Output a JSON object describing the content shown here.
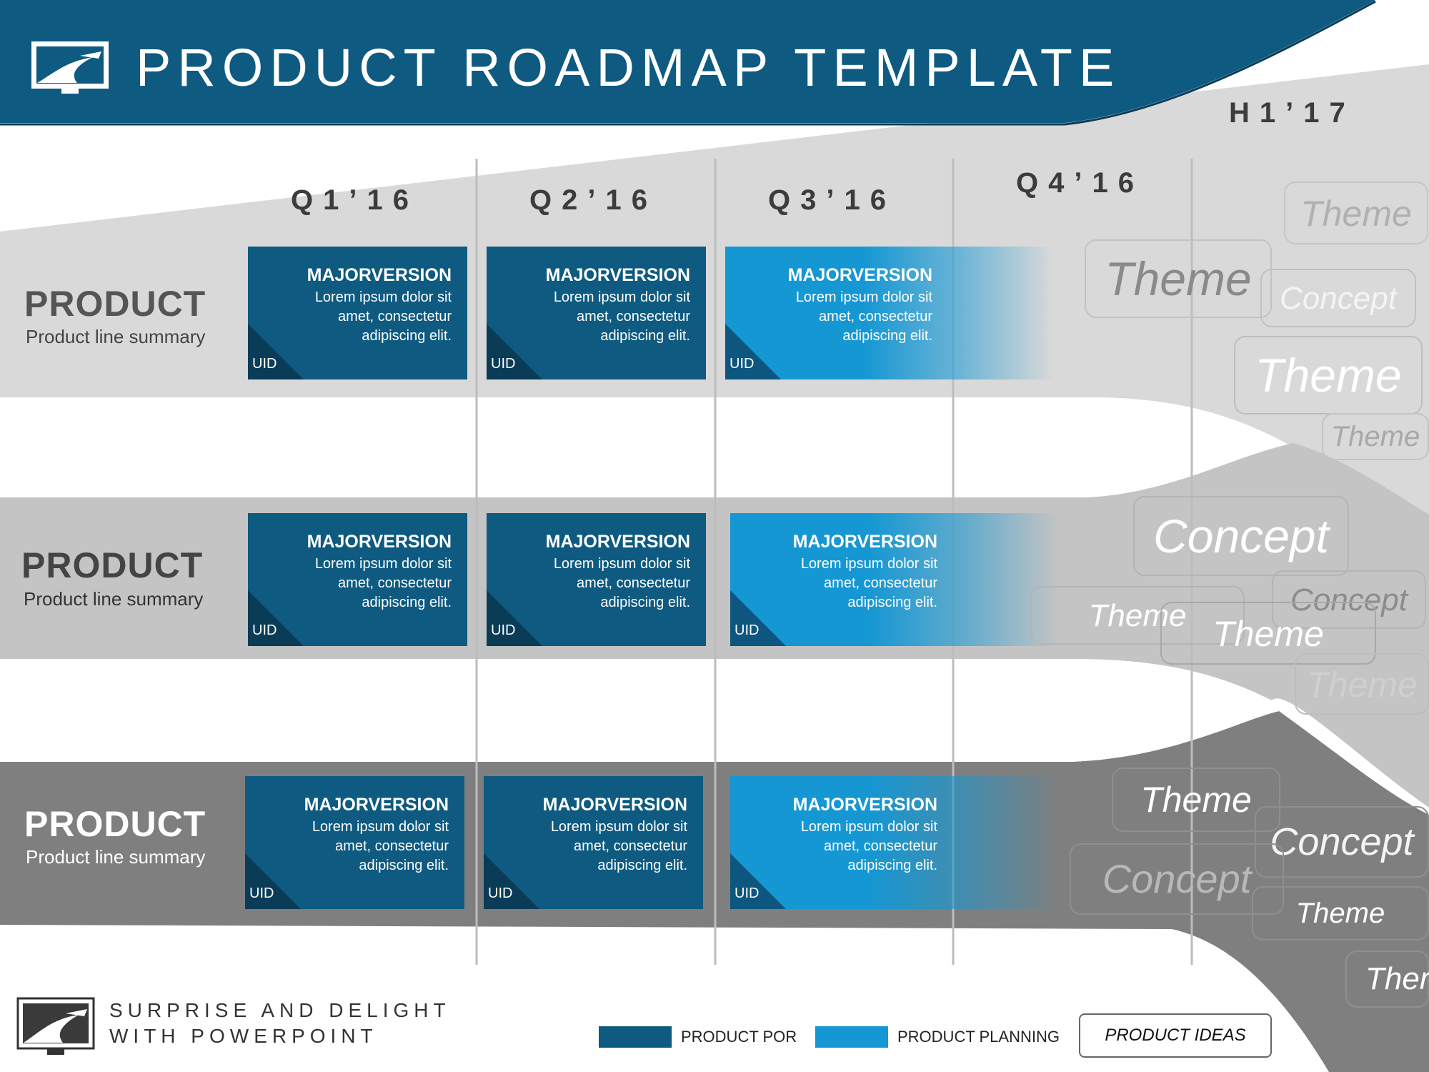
{
  "header": {
    "title": "PRODUCT ROADMAP TEMPLATE",
    "accent": "#0e5a80"
  },
  "columns": {
    "q1": "Q1’16",
    "q2": "Q2’16",
    "q3": "Q3’16",
    "q4": "Q4’16",
    "h1": "H1’17"
  },
  "rows": [
    {
      "title": "PRODUCT",
      "summary": "Product line summary",
      "cards": [
        {
          "title": "MAJORVERSION",
          "body": "Lorem ipsum dolor sit amet, consectetur adipiscing elit.",
          "uid": "UID"
        },
        {
          "title": "MAJORVERSION",
          "body": "Lorem ipsum dolor sit amet, consectetur adipiscing elit.",
          "uid": "UID"
        },
        {
          "title": "MAJORVERSION",
          "body": "Lorem ipsum dolor sit amet, consectetur adipiscing elit.",
          "uid": "UID"
        }
      ]
    },
    {
      "title": "PRODUCT",
      "summary": "Product line summary",
      "cards": [
        {
          "title": "MAJORVERSION",
          "body": "Lorem ipsum dolor sit amet, consectetur adipiscing elit.",
          "uid": "UID"
        },
        {
          "title": "MAJORVERSION",
          "body": "Lorem ipsum dolor sit amet, consectetur adipiscing elit.",
          "uid": "UID"
        },
        {
          "title": "MAJORVERSION",
          "body": "Lorem ipsum dolor sit amet, consectetur adipiscing elit.",
          "uid": "UID"
        }
      ]
    },
    {
      "title": "PRODUCT",
      "summary": "Product line summary",
      "cards": [
        {
          "title": "MAJORVERSION",
          "body": "Lorem ipsum dolor sit amet, consectetur adipiscing elit.",
          "uid": "UID"
        },
        {
          "title": "MAJORVERSION",
          "body": "Lorem ipsum dolor sit amet, consectetur adipiscing elit.",
          "uid": "UID"
        },
        {
          "title": "MAJORVERSION",
          "body": "Lorem ipsum dolor sit amet, consectetur adipiscing elit.",
          "uid": "UID"
        }
      ]
    }
  ],
  "ideas": {
    "theme": "Theme",
    "concept": "Concept",
    "theme_cut": "Ther"
  },
  "footer": {
    "tagline_line1": "SURPRISE AND DELIGHT",
    "tagline_line2": "WITH POWERPOINT"
  },
  "legend": {
    "por_label": "PRODUCT POR",
    "planning_label": "PRODUCT PLANNING",
    "ideas_label": "PRODUCT IDEAS",
    "por_color": "#0e5a80",
    "planning_color": "#1597d3"
  }
}
